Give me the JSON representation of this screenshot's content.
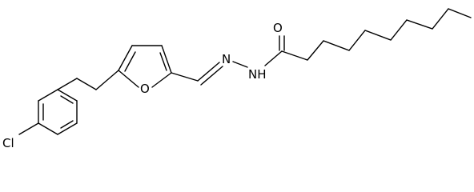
{
  "molecule": {
    "atom_labels": {
      "chlorine": "Cl",
      "furan_oxygen": "O",
      "carbonyl_oxygen": "O",
      "imine_nitrogen": "N",
      "hydrazide_nh": "NH"
    },
    "colors": {
      "bond": "#000000",
      "label": "#000000",
      "background": "#ffffff"
    }
  }
}
